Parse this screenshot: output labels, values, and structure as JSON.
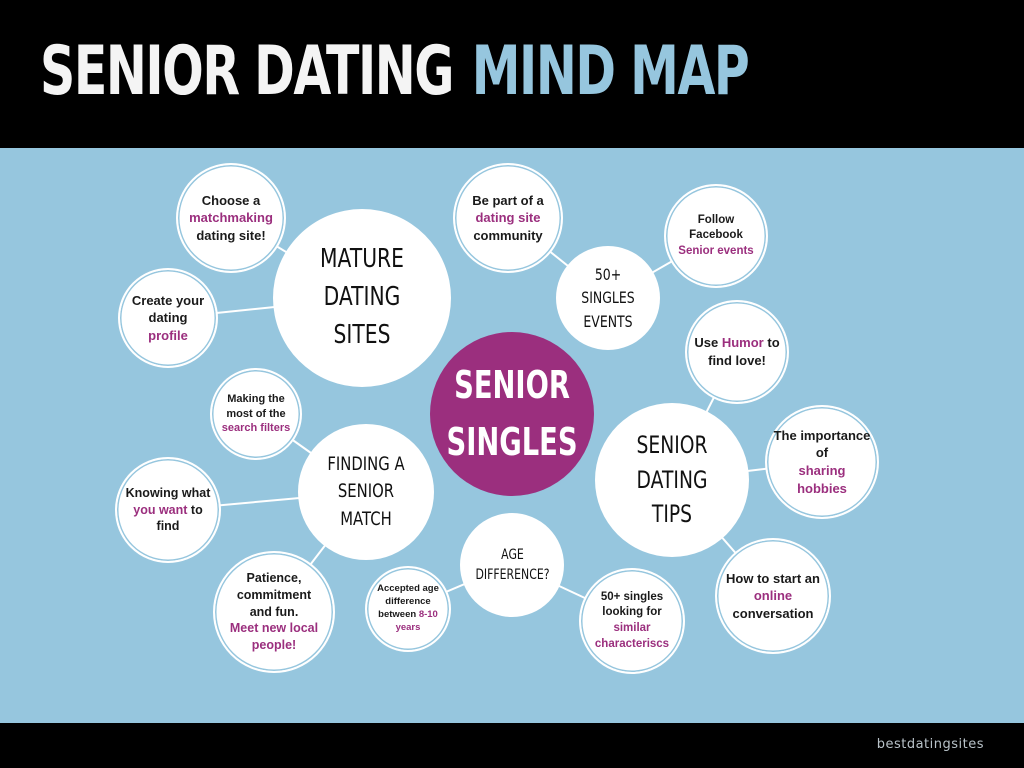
{
  "header": {
    "title_white": "SENIOR DATING",
    "title_blue": "MIND MAP"
  },
  "footer": {
    "credit": "bestdatingsites"
  },
  "center": {
    "label": "SENIOR\nSINGLES"
  },
  "hubs": {
    "mature": "MATURE\nDATING SITES",
    "events": "50+ SINGLES\nEVENTS",
    "match": "FINDING A\nSENIOR MATCH",
    "age": "AGE\nDIFFERENCE?",
    "tips": "SENIOR DATING\nTIPS"
  },
  "leaves": {
    "matchmaking": {
      "a": "Choose a",
      "h": "matchmaking",
      "b": "dating site!"
    },
    "profile": {
      "a": "Create your dating",
      "h": "profile",
      "b": ""
    },
    "community": {
      "a": "Be part of a",
      "h": "dating site",
      "b": "community"
    },
    "facebook": {
      "a": "Follow Facebook",
      "h": "Senior events",
      "b": ""
    },
    "humor": {
      "a": "Use",
      "h": "Humor",
      "b": "to find love!"
    },
    "filters": {
      "a": "Making the most of the",
      "h": "search filters",
      "b": ""
    },
    "hobbies": {
      "a": "The importance of",
      "h": "sharing hobbies",
      "b": ""
    },
    "knowing": {
      "a": "Knowing what",
      "h": "you want",
      "b": "to find"
    },
    "patience": {
      "a": "Patience, commitment and fun.",
      "h": "Meet new local people!",
      "b": ""
    },
    "accepted": {
      "a": "Accepted age difference between",
      "h": "8-10 years",
      "b": ""
    },
    "similar": {
      "a": "50+ singles looking for",
      "h": "similar characteriscs",
      "b": ""
    },
    "conversation": {
      "a": "How to start an",
      "h": "online",
      "b": "conversation"
    }
  }
}
